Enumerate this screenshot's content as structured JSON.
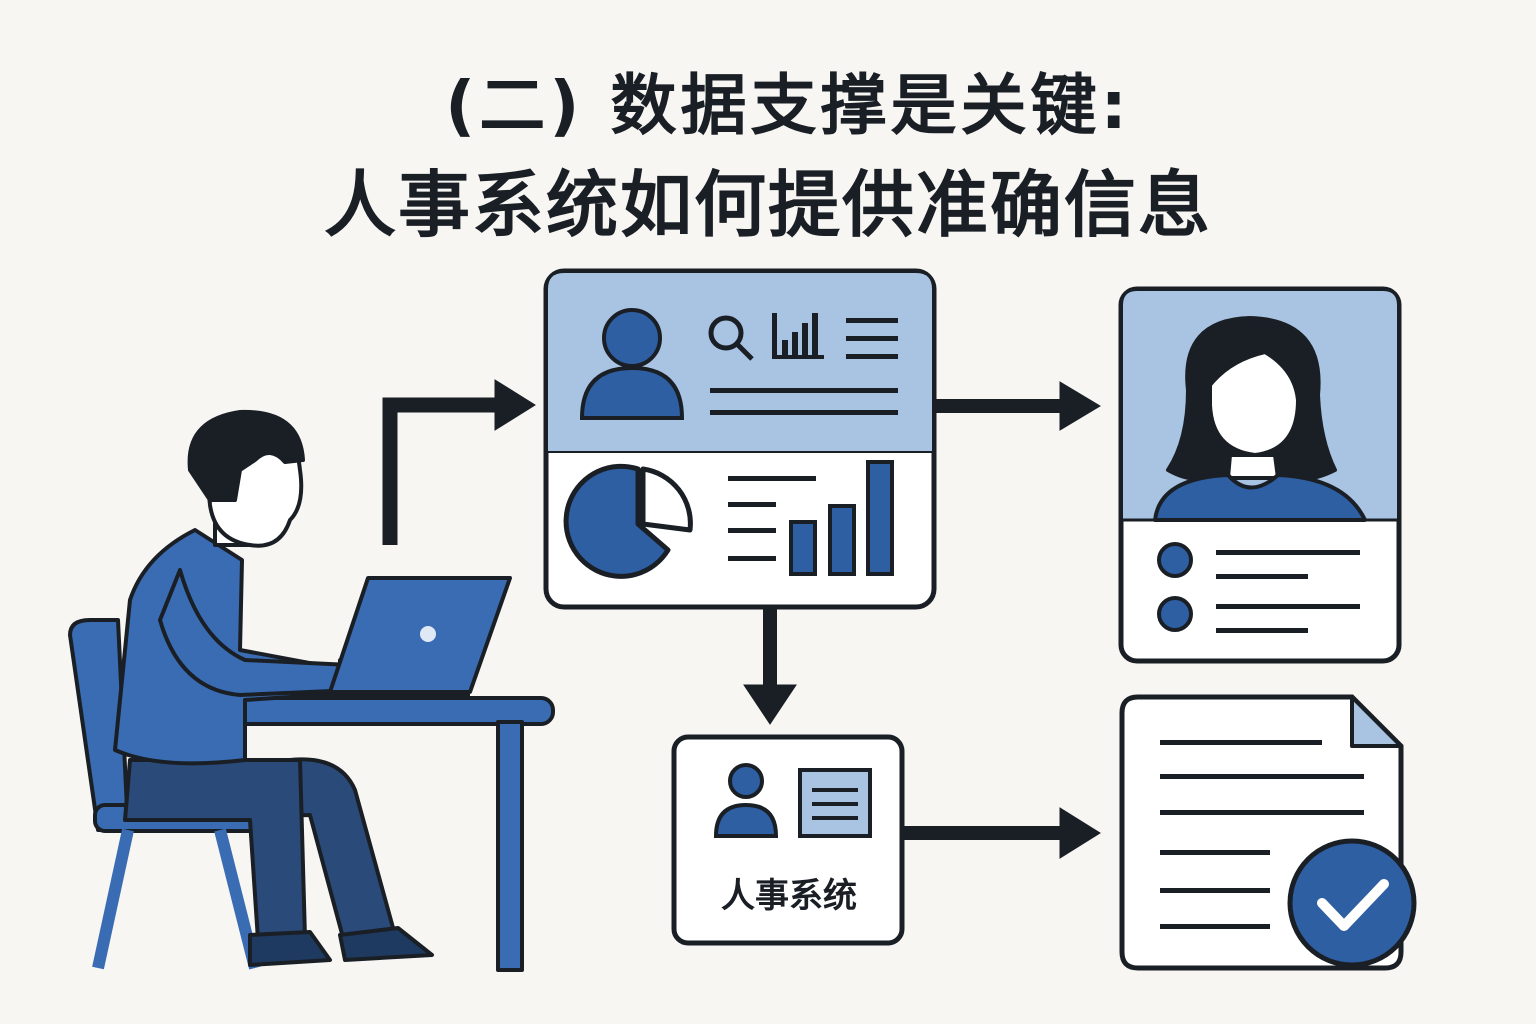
{
  "title": {
    "line1": "(二) 数据支撑是关键:",
    "line2": "人事系统如何提供准确信息"
  },
  "hr_system": {
    "label": "人事系统"
  },
  "colors": {
    "dark": "#1a1f26",
    "blue": "#2e5fa3",
    "blue_dark": "#24487f",
    "light_blue": "#a9c3e2",
    "background": "#f7f6f3",
    "panel": "#ffffff"
  },
  "icons": [
    "person-icon",
    "search-icon",
    "bar-chart-icon",
    "list-icon",
    "pie-chart-icon",
    "woman-avatar-icon",
    "document-icon",
    "checkmark-icon",
    "laptop-icon"
  ]
}
